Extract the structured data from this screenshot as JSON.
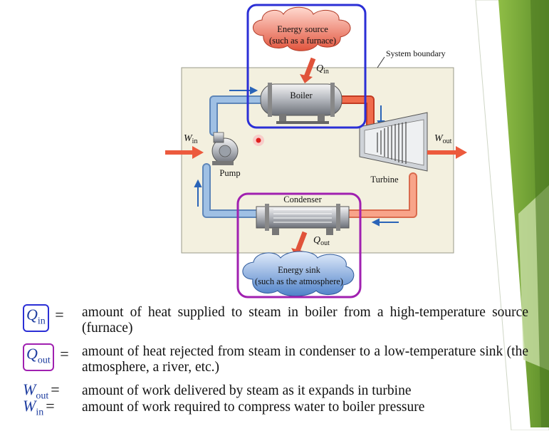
{
  "diagram": {
    "energy_source": [
      "Energy source",
      "(such as a furnace)"
    ],
    "energy_sink": [
      "Energy sink",
      "(such as the atmosphere)"
    ],
    "system_boundary": "System boundary",
    "boiler": "Boiler",
    "turbine": "Turbine",
    "pump": "Pump",
    "condenser": "Condenser",
    "q_in": {
      "sym": "Q",
      "sub": "in"
    },
    "q_out": {
      "sym": "Q",
      "sub": "out"
    },
    "w_in": {
      "sym": "W",
      "sub": "in"
    },
    "w_out": {
      "sym": "W",
      "sub": "out"
    }
  },
  "colors": {
    "boundary_fill": "#f3f0df",
    "hot_pipe": "#e8553a",
    "cold_pipe": "#7fa8d4",
    "arrow": "#2a64b8",
    "highlight_blue": "#2b2fd6",
    "highlight_purple": "#a020b0",
    "slide_green": "#6a9a2e"
  },
  "legend": [
    {
      "sym": "Q",
      "sub": "in",
      "boxed": "blue",
      "eq": "=",
      "text": "amount of heat supplied to steam in boiler from a high-temperature source (furnace)"
    },
    {
      "sym": "Q",
      "sub": "out",
      "boxed": "purple",
      "eq": "=",
      "text": "amount of heat rejected from steam in condenser to a low-temperature sink (the atmosphere, a river, etc.)"
    },
    {
      "sym": "W",
      "sub": "out",
      "boxed": "",
      "eq": "=",
      "text": "amount of work delivered by steam as it expands in turbine"
    },
    {
      "sym": "W",
      "sub": "in",
      "boxed": "",
      "eq": "=",
      "text": "amount of work required to compress water to boiler pressure"
    }
  ]
}
